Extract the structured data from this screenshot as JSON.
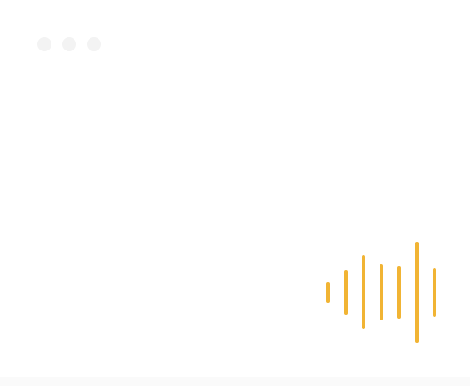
{
  "window": {
    "controls": [
      {
        "name": "window-close-dot",
        "color": "#f3f3f3"
      },
      {
        "name": "window-minimize-dot",
        "color": "#f3f3f3"
      },
      {
        "name": "window-maximize-dot",
        "color": "#f3f3f3"
      }
    ],
    "bottom_strip_color": "#fafafa"
  },
  "waveform": {
    "icon": "audio-waveform-icon",
    "color": "#f1b434",
    "levels": [
      0.18,
      0.4,
      0.66,
      0.5,
      0.46,
      0.89,
      0.43
    ]
  }
}
